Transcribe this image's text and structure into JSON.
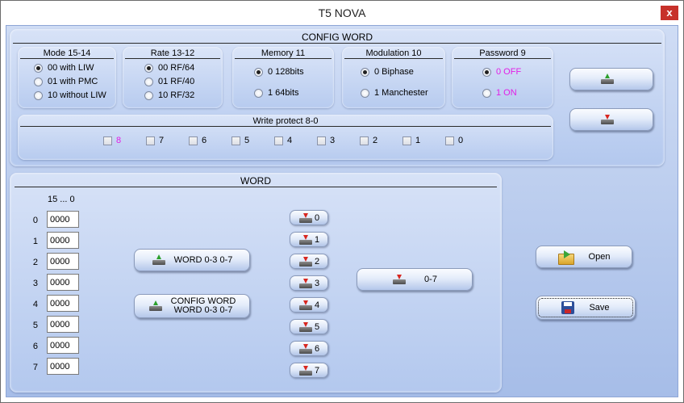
{
  "window": {
    "title": "T5 NOVA",
    "close_label": "x"
  },
  "config": {
    "title": "CONFIG WORD",
    "mode": {
      "title": "Mode 15-14",
      "options": [
        "00 with LIW",
        "01 with PMC",
        "10 without LIW"
      ],
      "selected": 0
    },
    "rate": {
      "title": "Rate 13-12",
      "options": [
        "00 RF/64",
        "01 RF/40",
        "10 RF/32"
      ],
      "selected": 0
    },
    "memory": {
      "title": "Memory 11",
      "options": [
        "0 128bits",
        "1 64bits"
      ],
      "selected": 0
    },
    "modulation": {
      "title": "Modulation 10",
      "options": [
        "0 Biphase",
        "1 Manchester"
      ],
      "selected": 0
    },
    "password": {
      "title": "Password 9",
      "options": [
        "0 OFF",
        "1 ON"
      ],
      "selected": 0,
      "color": "#e21ee6"
    },
    "write_protect": {
      "title": "Write protect 8-0",
      "bits": [
        "8",
        "7",
        "6",
        "5",
        "4",
        "3",
        "2",
        "1",
        "0"
      ]
    }
  },
  "word": {
    "title": "WORD",
    "range_label": "15 ... 0",
    "rows": [
      {
        "index": "0",
        "value": "0000",
        "btn": "0"
      },
      {
        "index": "1",
        "value": "0000",
        "btn": "1"
      },
      {
        "index": "2",
        "value": "0000",
        "btn": "2"
      },
      {
        "index": "3",
        "value": "0000",
        "btn": "3"
      },
      {
        "index": "4",
        "value": "0000",
        "btn": "4"
      },
      {
        "index": "5",
        "value": "0000",
        "btn": "5"
      },
      {
        "index": "6",
        "value": "0000",
        "btn": "6"
      },
      {
        "index": "7",
        "value": "0000",
        "btn": "7"
      }
    ],
    "btn_word_read": "WORD 0-3 0-7",
    "btn_config_read_line1": "CONFIG WORD",
    "btn_config_read_line2": "WORD 0-3 0-7",
    "btn_write_all": "0-7"
  },
  "file": {
    "open_label": "Open",
    "save_label": "Save"
  },
  "colors": {
    "accent_bg": "#b3c8ee",
    "magenta": "#e21ee6"
  }
}
